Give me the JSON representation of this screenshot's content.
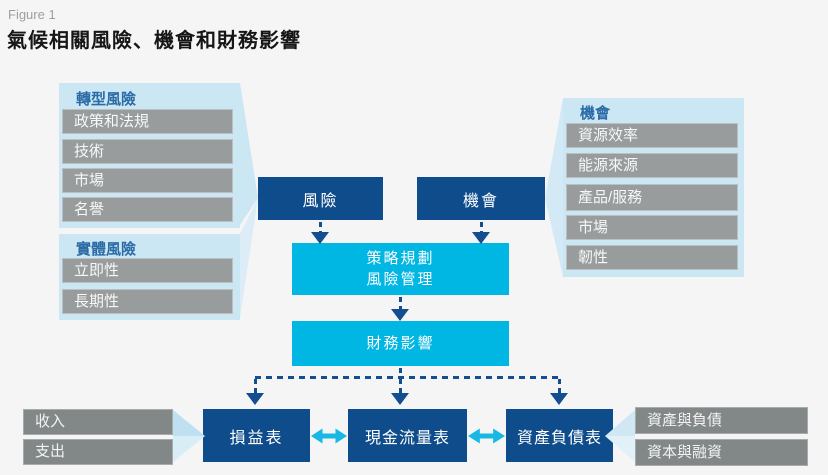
{
  "figure": {
    "label": "Figure 1",
    "title": "氣候相關風險、機會和財務影響"
  },
  "panels": {
    "transition": {
      "title": "轉型風險",
      "items": [
        "政策和法規",
        "技術",
        "市場",
        "名譽"
      ]
    },
    "physical": {
      "title": "實體風險",
      "items": [
        "立即性",
        "長期性"
      ]
    },
    "opportunity": {
      "title": "機會",
      "items": [
        "資源效率",
        "能源來源",
        "產品/服務",
        "市場",
        "韌性"
      ]
    }
  },
  "flow": {
    "risk": "風險",
    "opportunity": "機會",
    "strategy_line1": "策略規劃",
    "strategy_line2": "風險管理",
    "financial_impact": "財務影響",
    "income_statement": "損益表",
    "cash_flow_statement": "現金流量表",
    "balance_sheet": "資產負債表"
  },
  "financial_inputs": {
    "left": [
      "收入",
      "支出"
    ],
    "right": [
      "資產與負債",
      "資本與融資"
    ]
  },
  "colors": {
    "navy": "#0e4c8b",
    "cyan": "#00b6e3",
    "panel_blue": "#cbe7f4",
    "arrow_light_blue": "#d9eef8",
    "panel_bar_gray": "#999c9d",
    "input_bar_gray": "#828787",
    "panel_header_blue": "#2b6ba6",
    "connector_navy": "#134f90",
    "background": "#f5f5f6"
  }
}
